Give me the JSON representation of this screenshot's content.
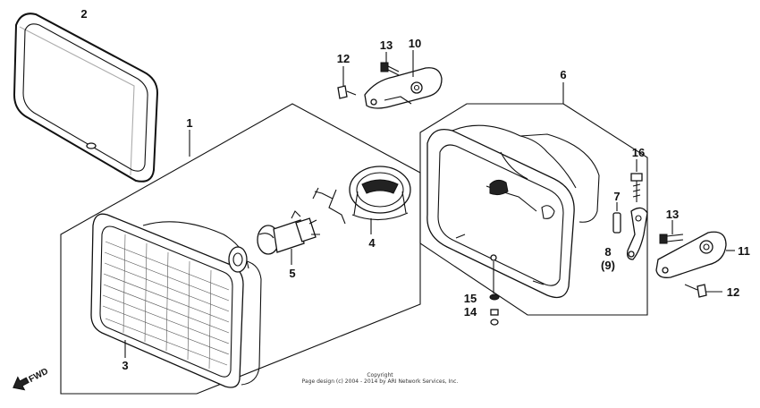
{
  "diagram": {
    "labels": {
      "p1": "1",
      "p2": "2",
      "p3": "3",
      "p4": "4",
      "p5": "5",
      "p6": "6",
      "p7": "7",
      "p8": "8",
      "p9": "(9)",
      "p10": "10",
      "p11": "11",
      "p12a": "12",
      "p12b": "12",
      "p13a": "13",
      "p13b": "13",
      "p14": "14",
      "p15": "15",
      "p16": "16"
    },
    "fwd": "FWD",
    "copyright_line1": "Copyright",
    "copyright_line2": "Page design (c) 2004 - 2014 by ARI Network Services, Inc."
  }
}
